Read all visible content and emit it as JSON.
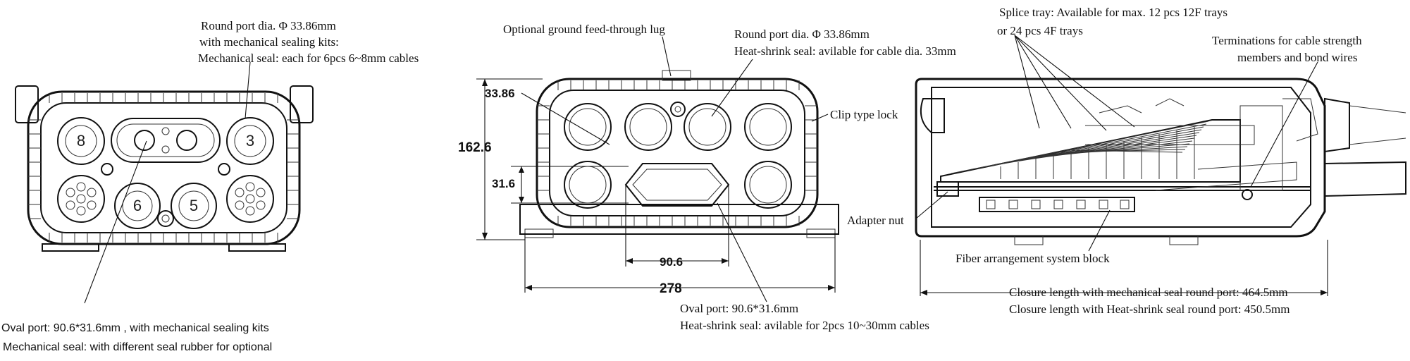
{
  "left_view": {
    "round_port_callout": [
      "Round port dia.  Φ 33.86mm",
      " with mechanical sealing kits:",
      "Mechanical seal: each for 6pcs 6~8mm cables"
    ],
    "oval_port_callout": [
      "Oval port: 90.6*31.6mm ,  with mechanical sealing kits",
      "Mechanical seal: with different  seal rubber for optional"
    ],
    "port_numbers": [
      "8",
      "3",
      "6",
      "5"
    ]
  },
  "middle_view": {
    "ground_lug_label": "Optional ground feed-through lug",
    "round_port_callout": [
      "Round port dia.  Φ 33.86mm",
      "Heat-shrink seal: avilable for cable dia. 33mm"
    ],
    "clip_lock_label": "Clip type lock",
    "oval_port_callout": [
      "Oval port: 90.6*31.6mm",
      "Heat-shrink seal: avilable for 2pcs 10~30mm cables"
    ],
    "dimensions": {
      "height": "162.6",
      "round_dia": "33.86",
      "oval_height": "31.6",
      "oval_width": "90.6",
      "width": "278"
    }
  },
  "right_view": {
    "splice_tray_callout": [
      "Splice tray:  Available for max. 12 pcs 12F trays",
      "or 24 pcs 4F trays"
    ],
    "terminations_callout": [
      "Terminations for cable strength",
      "members and bond wires"
    ],
    "adapter_nut_label": "Adapter nut",
    "fiber_block_label": "Fiber arrangement system block",
    "closure_length_callout": [
      "Closure length with mechanical seal round port: 464.5mm",
      "Closure length with Heat-shrink seal round port: 450.5mm"
    ]
  }
}
